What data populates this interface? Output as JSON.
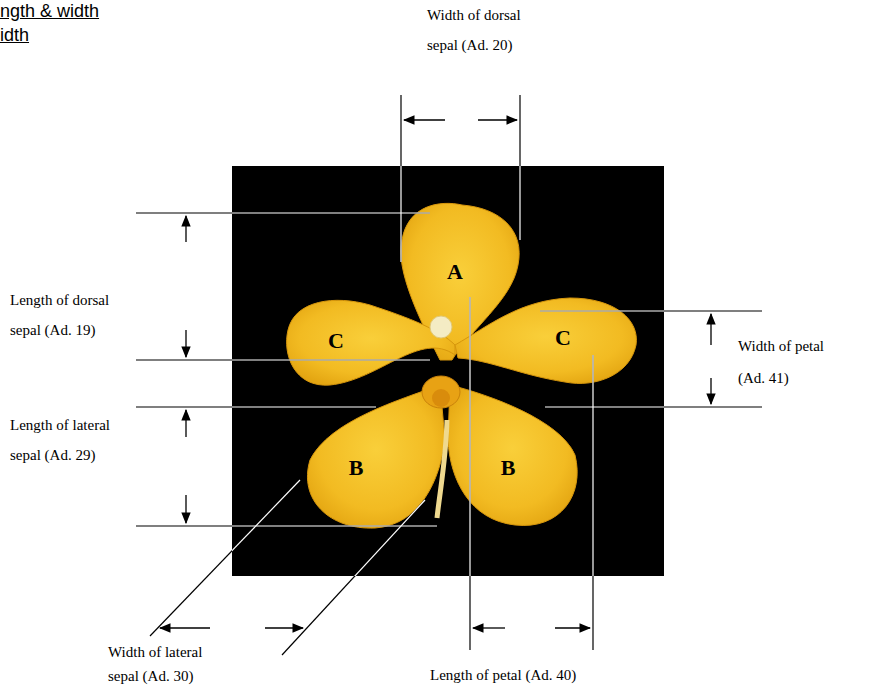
{
  "diagram": {
    "labels": [
      "ngth & width",
      "idth",
      "Width of dorsal sepal (Ad. 20)",
      "A",
      "Length of dorsal sepal (Ad. 19)",
      "C",
      "C",
      "Width of petal (Ad. 41)",
      "Length of lateral sepal (Ad. 29)",
      "B",
      "B",
      "Width of lateral sepal (Ad. 30)",
      "Length of petal (Ad. 40)"
    ]
  }
}
